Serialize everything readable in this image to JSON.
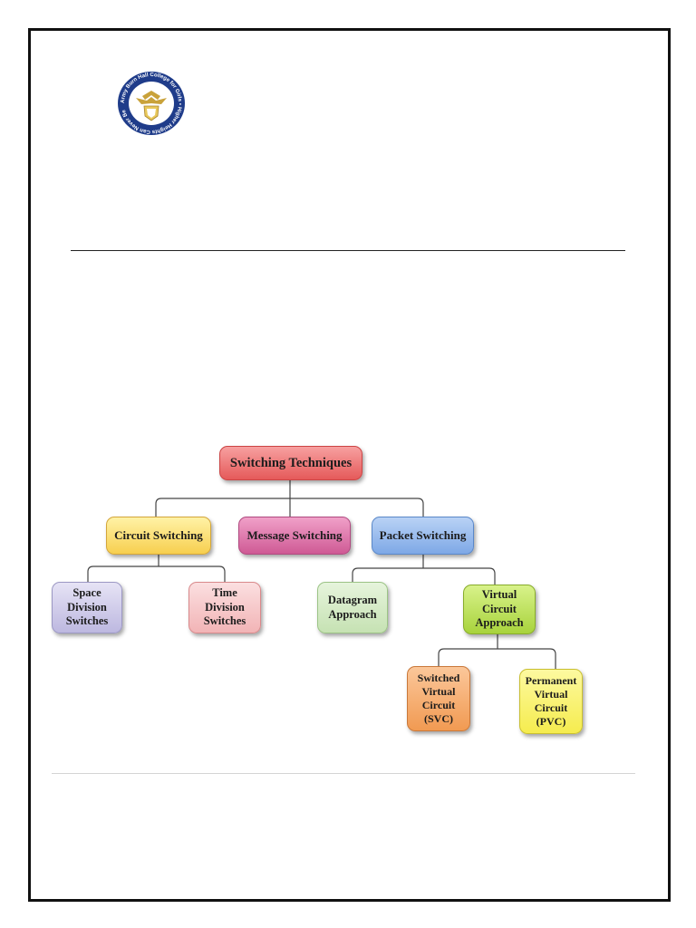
{
  "document": {
    "logo": {
      "name": "college-crest",
      "text": "Army Burn Hall College for Girls • Higher Heights Can Never Be",
      "colors": {
        "ring": "#1f3c8a",
        "inner": "#ffffff",
        "emblem": "#c9a23a"
      }
    }
  },
  "diagram": {
    "title": "Switching Techniques",
    "nodes": [
      {
        "id": "root",
        "label": "Switching Techniques",
        "color": "#e55a5a"
      },
      {
        "id": "circuit",
        "label": "Circuit Switching",
        "parent": "root",
        "color": "#f7cf4f"
      },
      {
        "id": "message",
        "label": "Message Switching",
        "parent": "root",
        "color": "#cf5a95"
      },
      {
        "id": "packet",
        "label": "Packet Switching",
        "parent": "root",
        "color": "#7ea8e6"
      },
      {
        "id": "space",
        "label": "Space\nDivision\nSwitches",
        "parent": "circuit",
        "color": "#bdb8e0"
      },
      {
        "id": "time",
        "label": "Time\nDivision\nSwitches",
        "parent": "circuit",
        "color": "#f2b4b6"
      },
      {
        "id": "datagram",
        "label": "Datagram\nApproach",
        "parent": "packet",
        "color": "#c6e2b3"
      },
      {
        "id": "virtual",
        "label": "Virtual\nCircuit\nApproach",
        "parent": "packet",
        "color": "#a8d33c"
      },
      {
        "id": "svc",
        "label": "Switched\nVirtual\nCircuit\n(SVC)",
        "parent": "virtual",
        "color": "#f19a52"
      },
      {
        "id": "pvc",
        "label": "Permanent\nVirtual\nCircuit\n(PVC)",
        "parent": "virtual",
        "color": "#f5ec4e"
      }
    ],
    "edges": [
      [
        "root",
        "circuit"
      ],
      [
        "root",
        "message"
      ],
      [
        "root",
        "packet"
      ],
      [
        "circuit",
        "space"
      ],
      [
        "circuit",
        "time"
      ],
      [
        "packet",
        "datagram"
      ],
      [
        "packet",
        "virtual"
      ],
      [
        "virtual",
        "svc"
      ],
      [
        "virtual",
        "pvc"
      ]
    ]
  }
}
